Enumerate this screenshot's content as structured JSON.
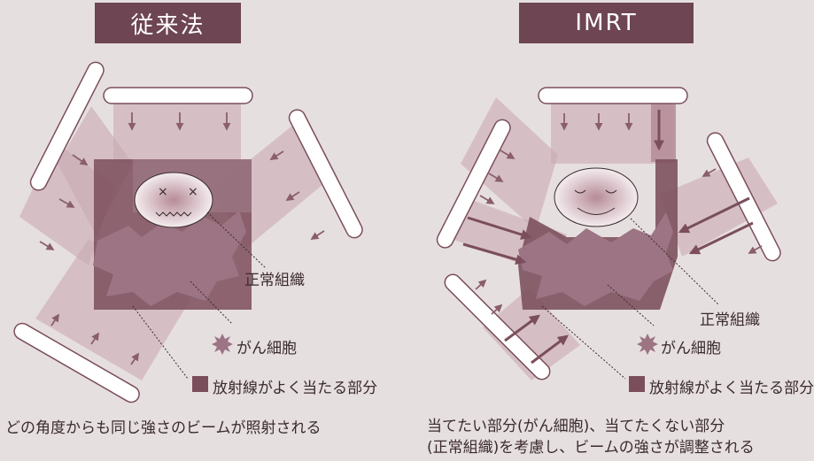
{
  "left_panel": {
    "title": "従来法",
    "label_normal": "正常組織",
    "legend_cancer": "がん細胞",
    "legend_area": "放射線がよく当たる部分",
    "caption": "どの角度からも同じ強さのビームが照射される"
  },
  "right_panel": {
    "title": "IMRT",
    "label_normal": "正常組織",
    "legend_cancer": "がん細胞",
    "legend_area": "放射線がよく当たる部分",
    "caption_line1": "当てたい部分(がん細胞)、当てたくない部分",
    "caption_line2": "(正常組織)を考慮し、ビームの強さが調整される"
  },
  "colors": {
    "background": "#e6dfe0",
    "title_box": "#6e4552",
    "beam": "#c9aab3",
    "high_dose": "#7b4e5b",
    "tumor": "#9c7483",
    "arrow": "#8a5e6b"
  }
}
